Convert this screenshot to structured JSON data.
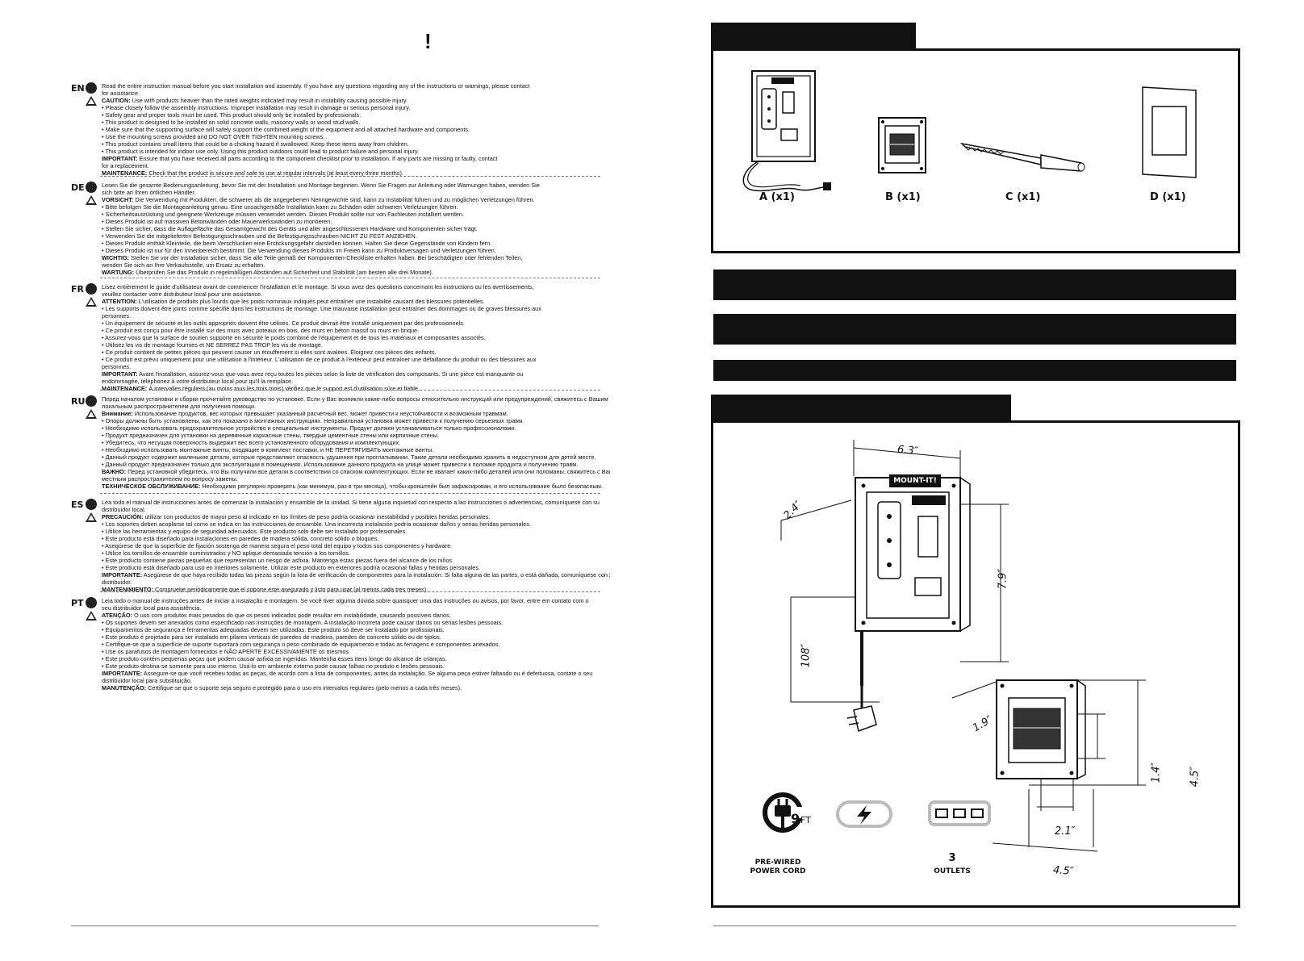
{
  "left": {
    "title_mark": "!",
    "languages": [
      {
        "code": "EN",
        "lines": [
          "Read the entire instruction manual before you start installation and assembly. If you have any questions regarding any of the instructions or warnings, please contact",
          "                for assistance.",
          "CAUTION: Use with products heavier than the rated weights indicated may result in instability causing possible injury.",
          "• Please closely follow the assembly instructions. Improper installation may result in damage or serious personal injury.",
          "• Safety gear and proper tools must be used. This product should only be installed by professionals.",
          "• This product is designed to be installed on solid concrete walls, masonry walls or wood stud walls.",
          "• Make sure that the supporting surface will safely support the combined weight of the equipment and all attached hardware and components.",
          "• Use the mounting screws provided and DO NOT OVER TIGHTEN mounting screws.",
          "• This product contains small items that could be a choking hazard if swallowed. Keep these items away from children.",
          "• This product is intended for indoor use only. Using this product outdoors could lead to product failure and personal injury.",
          "IMPORTANT: Ensure that you have received all parts according to the component checklist prior to installation. If any parts are missing or faulty, contact",
          "for a replacement.",
          "MAINTENANCE: Check that the product is secure and safe to use at regular intervals (at least every three months)."
        ]
      },
      {
        "code": "DE",
        "lines": [
          "Lesen Sie die gesamte Bedienungsanleitung, bevor Sie mit der Installation und Montage beginnen. Wenn Sie Fragen zur Anleitung oder Warnungen haben, wenden Sie",
          "sich bitte an Ihren örtlichen Händler.",
          "VORSICHT: Die Verwendung mit Produkten, die schwerer als die angegebenen Nenngewichte sind, kann zu Instabilität führen und zu möglichen Verletzungen führen.",
          "• Bitte befolgen Sie die Montageanleitung genau. Eine unsachgemäße Installation kann zu Schäden oder schweren Verletzungen führen.",
          "• Sicherheitsausrüstung und geeignete Werkzeuge müssen verwendet werden. Dieses Produkt sollte nur von Fachleuten installiert werden.",
          "• Dieses Produkt ist auf massiven Betonwänden oder Mauerwerkswänden zu montieren.",
          "• Stellen Sie sicher, dass die Auflagefläche das Gesamtgewicht des Geräts und aller angeschlossenen Hardware und Komponenten sicher trägt.",
          "• Verwenden Sie die mitgelieferten Befestigungsschrauben und die Befestigungsschrauben NICHT ZU FEST ANZIEHEN.",
          "• Dieses Produkt enthält Kleinteile, die beim Verschlucken eine Erstickungsgefahr darstellen können. Halten Sie diese Gegenstände von Kindern fern.",
          "• Dieses Produkt ist nur für den Innenbereich bestimmt. Die Verwendung dieses Produkts im Freien kann zu Produktversagen und Verletzungen führen.",
          "WICHTIG: Stellen Sie vor der Installation sicher, dass Sie alle Teile gemäß der Komponenten-Checkliste erhalten haben. Bei beschädigten oder fehlenden Teilen,",
          "wenden Sie sich an Ihre Verkaufsstelle, um Ersatz zu erhalten.",
          "WARTUNG: Überprüfen Sie das Produkt in regelmäßigen Abständen auf Sicherheit und Stabilität (am besten alle drei Monate)."
        ]
      },
      {
        "code": "FR",
        "lines": [
          "Lisez entièrement le guide d'utilisateur avant de commencer l'installation et le montage. Si vous avez des questions concernant les instructions ou les avertissements,",
          "veuillez contacter votre distributeur local pour une assistance.",
          "ATTENTION: L'utilisation de produits plus lourds que les poids nominaux indiqués peut entraîner une instabilité causant des blessures potentielles.",
          "• Les supports doivent être joints comme spécifié dans les instructions de montage. Une mauvaise installation peut entraîner des dommages ou de graves blessures aux",
          "   personnes.",
          "• Un équipement de sécurité et les outils appropriés doivent être utilisés. Ce produit devrait être installé uniquement par des professionnels.",
          "• Ce produit est conçu pour être installé sur des murs avec poteaux en bois, des murs en béton massif ou murs en brique.",
          "• Assurez-vous que la surface de soutien supporte en sécurité le poids combiné de l'équipement et de tous les matériaux et composantes associés.",
          "• Utilisez les vis de montage fournies et NE SERREZ PAS TROP les vis de montage.",
          "• Ce produit contient de petites pièces qui peuvent causer un étouffement si elles sont avalées. Éloignez ces pièces des enfants.",
          "• Ce produit est prévu uniquement pour une utilisation à l'intérieur. L'utilisation de ce produit à l'extérieur peut entraîner une défaillance du produit ou  des blessures aux",
          "   personnes.",
          "IMPORTANT: Avant l'installation, assurez-vous que vous avez reçu toutes les pièces selon la liste de vérification des composants. Si une pièce est manquante ou",
          "endommagée, téléphonez à votre distributeur local pour qu'il la remplace.",
          "MAINTENANCE: À intervalles réguliers (au moins tous les trois mois) vérifiez que le support est d'utilisation sûre et fiable."
        ]
      },
      {
        "code": "RU",
        "lines": [
          "Перед началом установки и сборки прочитайте руководство по установке. Если у Вас возникли какие-либо вопросы относительно инструкций или предупреждений, свяжитесь с Вашим",
          "локальным распространителем для получения помощи.",
          "Внимание: Использование продуктов, вес которых превышает указанный расчетный вес, может привести к неустойчивости и возможным травмам.",
          "• Опоры должны быть установлены, как это показано в монтажных инструкциях. Неправильная установка может привести к получению серьезных травм.",
          "• Необходимо использовать предохранительное устройство и специальные инструменты. Продукт должен устанавливаться только профессионалами.",
          "• Продукт предназначен для установки на деревянные каркасные стены, твердые цементные стены или кирпичные стены.",
          "• Убедитесь, что несущая поверхность выдержит вес всего установленного оборудования и комплектующих.",
          "• Необходимо использовать монтажные винты, входящие в комплект поставки, и НЕ ПЕРЕТЯГИВАТЬ монтажные винты.",
          "• Данный продукт содержит маленькие детали, которые представляют опасность удушения при проглатывании. Такие детали необходимо хранить в недоступном для детей месте.",
          "• Данный продукт предназначен только для эксплуатации в помещениях. Использование данного продукта на улице может привести к поломке продукта и получению травм.",
          "ВАЖНО: Перед установкой убедитесь, что Вы получили все детали в соответствии со списком комплектующих. Если не хватает каких-либо деталей или они поломаны, свяжитесь с Вашим",
          "местным распространителем по вопросу замены.",
          "ТЕХНИЧЕСКОЕ ОБСЛУЖИВАНИЕ: Необходимо регулярно проверять (как минимум, раз в три месяца), чтобы кронштейн был зафиксирован, и его использование было безопасным."
        ]
      },
      {
        "code": "ES",
        "lines": [
          "Lea todo el manual de instrucciones antes de comenzar la instalación y ensamble de la unidad. Si tiene alguna inquietud con respecto a las instrucciones o advertencias, comuníquese con su",
          "distribuidor local.",
          "PRECAUCIÓN: utilizar con productos de mayor peso al indicado en los límites de peso podría ocasionar inestabilidad y posibles heridas personales.",
          "• Los soportes deben acoplarse tal como se indica en las instrucciones de ensamble. Una incorrecta instalación podría ocasionar daños y serias heridas personales.",
          "• Utilice las herramientas y equipo de seguridad adecuados. Este producto solo debe ser instalado por profesionales.",
          "• Este producto está diseñado para instalaciones en paredes de madera sólida, concreto sólido o bloques.",
          "• Asegúrese de que la superficie de fijación sostenga de manera segura el peso total del equipo y todos sus componentes y hardware.",
          "• Utilice los tornillos de ensamble suministrados y NO aplique demasiada tensión a los tornillos.",
          "• Este producto contiene piezas pequeñas que representan un riesgo de asfixia. Mantenga estas piezas fuera del alcance de los niños.",
          "• Este producto está diseñado para uso en interiores solamente. Utilizar este producto en exteriores podría ocasionar fallas y heridas personales.",
          "IMPORTANTE: Asegúrese de que haya recibido todas las piezas según la lista de verificación de componentes para la instalación. Si falta alguna de las partes, o está dañada, comuníquese con su",
          "distribuidor.",
          "MANTENIMIENTO: Compruebe periódicamente que el soporte esté asegurado y listo para usar (al menos cada tres meses)."
        ]
      },
      {
        "code": "PT",
        "lines": [
          "Leia todo o manual de instruções antes de iniciar a instalação e montagem. Se você tiver alguma dúvida sobre quaisquer uma das instruções ou avisos, por favor, entre em contato com o",
          "seu distribuidor local para assistência.",
          "ATENÇÃO: O uso com produtos mais pesados do que os pesos indicados pode resultar em instabilidade, causando possíveis danos.",
          "• Os suportes devem ser anexados como especificado nas instruções de montagem. A instalação incorreta pode causar danos ou sérias lesões pessoais.",
          "• Equipamentos de segurança e ferramentas adequadas devem ser utilizadas. Este produto só deve ser instalado por profissionais.",
          "• Este produto é projetado para ser instalado em pilares verticais de paredes de madeira, paredes de concreto sólido ou de tijolos.",
          "• Certifique-se que a superfície de suporte suportará com segurança o peso combinado de equipamento e todas as ferragens e componentes anexados.",
          "• Use os parafusos de montagem fornecidos e NÃO APERTE EXCESSIVAMENTE os mesmos.",
          "• Este produto contém pequenas peças que podem causar asfixia se ingeridas. Mantenha esses itens longe do alcance de crianças.",
          "• Este produto destina-se somente para uso interno. Usá-lo em ambiente externo pode causar falhas no produto e lesões pessoais.",
          "IMPORTANTE: Assegure-se que você recebeu todas as peças, de acordo com a lista de componentes, antes da instalação. Se alguma peça estiver faltando ou é defeituosa, contate o seu",
          "distribuidor local para substituição.",
          "MANUTENÇÃO: Certifique-se que o suporte seja seguro e protegido para o uso em intervalos regulares (pelo menos a cada três meses)."
        ]
      }
    ]
  },
  "right": {
    "parts": [
      {
        "label": "A (x1)"
      },
      {
        "label": "B (x1)"
      },
      {
        "label": "C (x1)"
      },
      {
        "label": "D (x1)"
      }
    ],
    "dimensions": {
      "top_width": "6.3″",
      "depth": "2.4″",
      "height": "7.9″",
      "cord": "108″",
      "small_depth": "1.9″",
      "small_inner_height": "1.4″",
      "small_height": "4.5″",
      "small_inner_width": "2.1″",
      "small_width": "4.5″"
    },
    "brand_plate": "MOUNT-IT!",
    "features": {
      "cord_length": "9",
      "cord_unit": "FT",
      "cord_label_1": "PRE-WIRED",
      "cord_label_2": "POWER CORD",
      "outlets_count": "3",
      "outlets_label": "OUTLETS"
    },
    "colors": {
      "dark": "#111111",
      "panel_border": "#111111"
    }
  }
}
